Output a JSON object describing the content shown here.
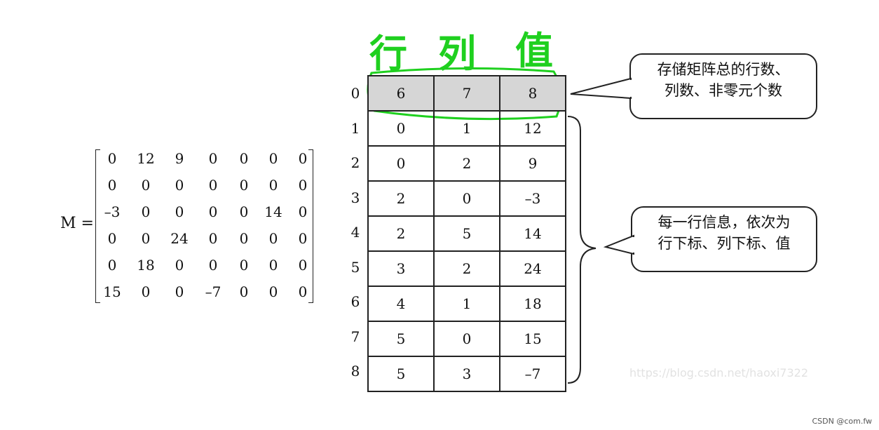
{
  "matrix": {
    "label": "M =",
    "rows": [
      [
        "0",
        "12",
        "9",
        "0",
        "0",
        "0",
        "0"
      ],
      [
        "0",
        "0",
        "0",
        "0",
        "0",
        "0",
        "0"
      ],
      [
        "–3",
        "0",
        "0",
        "0",
        "0",
        "14",
        "0"
      ],
      [
        "0",
        "0",
        "24",
        "0",
        "0",
        "0",
        "0"
      ],
      [
        "0",
        "18",
        "0",
        "0",
        "0",
        "0",
        "0"
      ],
      [
        "15",
        "0",
        "0",
        "–7",
        "0",
        "0",
        "0"
      ]
    ]
  },
  "handwriting": {
    "col1": "行",
    "col2": "列",
    "col3": "值"
  },
  "table": {
    "row_indices": [
      "0",
      "1",
      "2",
      "3",
      "4",
      "5",
      "6",
      "7",
      "8"
    ],
    "rows": [
      [
        "6",
        "7",
        "8"
      ],
      [
        "0",
        "1",
        "12"
      ],
      [
        "0",
        "2",
        "9"
      ],
      [
        "2",
        "0",
        "–3"
      ],
      [
        "2",
        "5",
        "14"
      ],
      [
        "3",
        "2",
        "24"
      ],
      [
        "4",
        "1",
        "18"
      ],
      [
        "5",
        "0",
        "15"
      ],
      [
        "5",
        "3",
        "–7"
      ]
    ]
  },
  "callouts": {
    "top": {
      "line1": "存储矩阵总的行数、",
      "line2": "列数、非零元个数"
    },
    "bottom": {
      "line1": "每一行信息，依次为",
      "line2": "行下标、列下标、值"
    }
  },
  "watermark": "https://blog.csdn.net/haoxi7322",
  "footer": "CSDN @com.fw",
  "colors": {
    "handwriting": "#1fd01f",
    "header_fill": "#d6d6d6",
    "border": "#222222"
  }
}
